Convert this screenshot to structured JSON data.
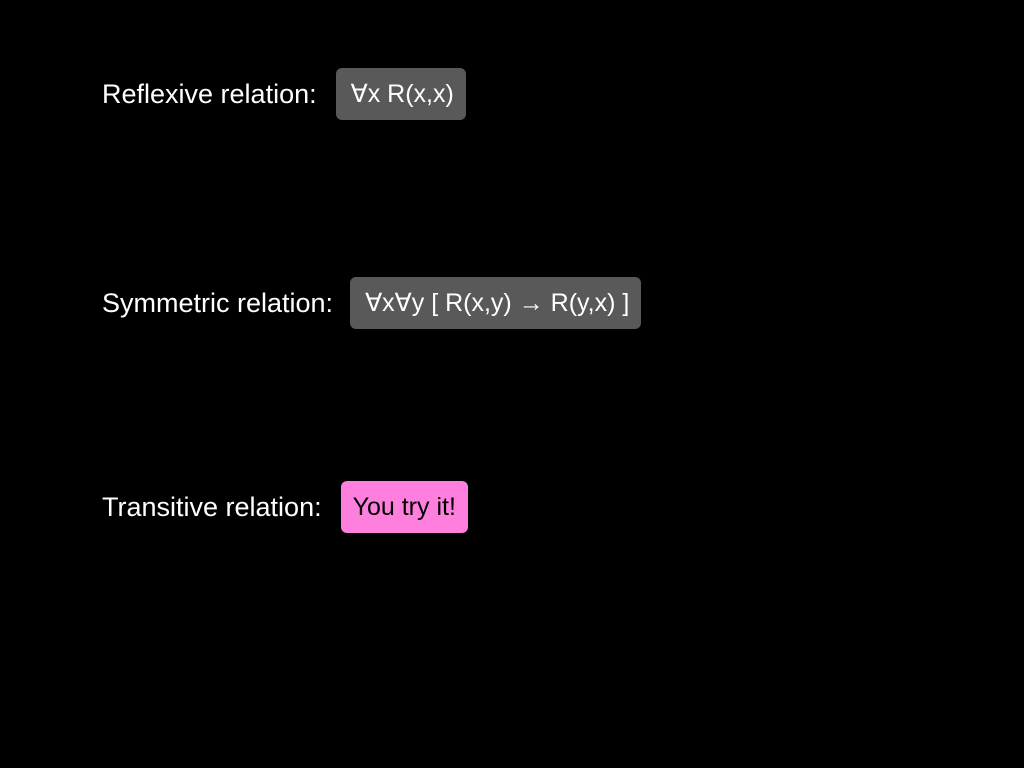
{
  "slide": {
    "background_color": "#000000",
    "rows": [
      {
        "label": "Reflexive relation:",
        "formula": "∀x R(x,x)",
        "box_color": "#595959"
      },
      {
        "label": "Symmetric relation:",
        "formula": "∀x∀y [ R(x,y) → R(y,x) ]",
        "box_color": "#595959"
      },
      {
        "label": "Transitive relation:",
        "formula": "You try it!",
        "box_color": "#ff7fdf"
      }
    ]
  }
}
